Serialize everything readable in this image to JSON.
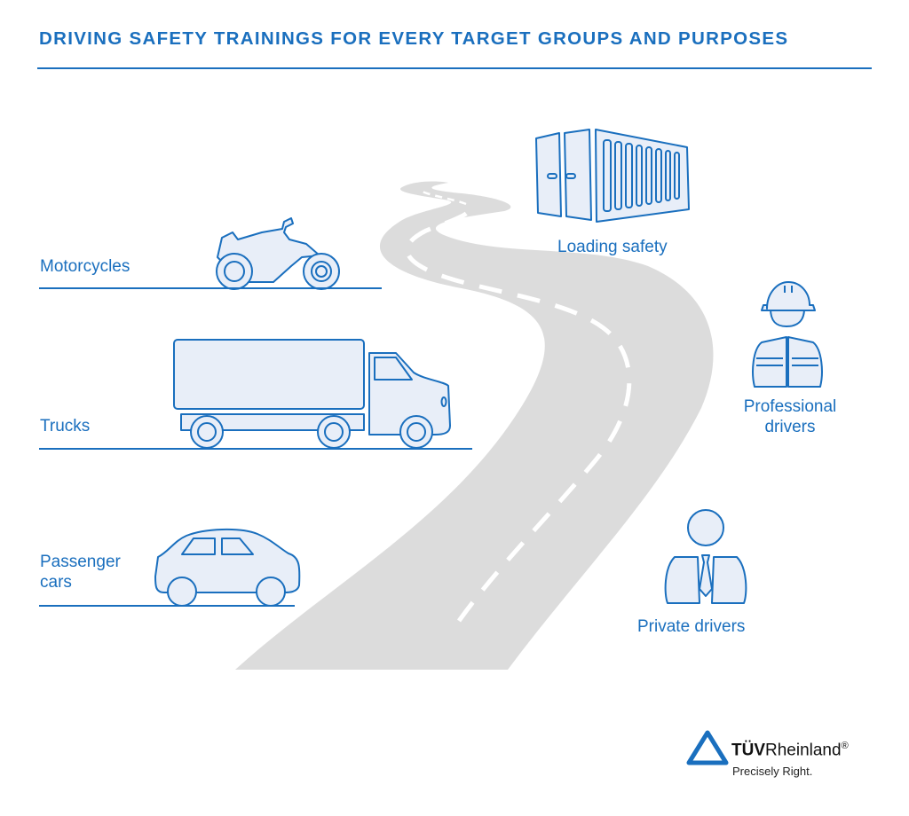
{
  "header": {
    "title": "DRIVING SAFETY TRAININGS FOR EVERY TARGET GROUPS AND PURPOSES"
  },
  "colors": {
    "accent": "#1a6fbe",
    "icon_fill": "#e8eef8",
    "road": "#dcdcdc",
    "road_marking": "#ffffff"
  },
  "vehicle_groups": [
    {
      "label": "Motorcycles",
      "icon": "motorcycle-icon"
    },
    {
      "label": "Trucks",
      "icon": "truck-icon"
    },
    {
      "label_line1": "Passenger",
      "label_line2": "cars",
      "icon": "car-icon"
    }
  ],
  "purpose_groups": [
    {
      "label": "Loading safety",
      "icon": "shipping-container-icon"
    },
    {
      "label_line1": "Professional",
      "label_line2": "drivers",
      "icon": "hard-hat-worker-icon"
    },
    {
      "label": "Private drivers",
      "icon": "businessman-icon"
    }
  ],
  "footer": {
    "brand_bold": "TÜV",
    "brand_regular": "Rheinland",
    "registered": "®",
    "tagline": "Precisely Right.",
    "logo_icon": "triangle-logo-icon"
  }
}
